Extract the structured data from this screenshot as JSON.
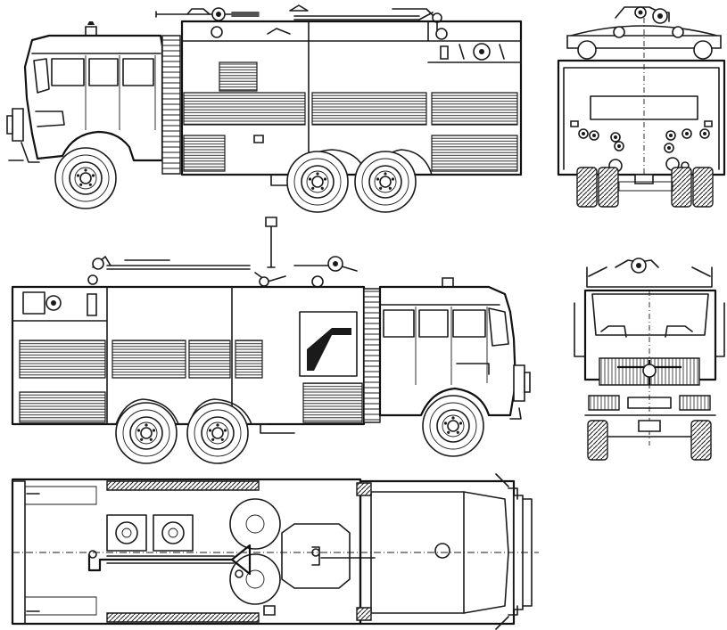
{
  "drawing": {
    "views": [
      "side-left",
      "front",
      "side-right",
      "rear",
      "top"
    ],
    "colors": {
      "line": "#1a1a1a",
      "paper": "#ffffff"
    },
    "labels": []
  }
}
